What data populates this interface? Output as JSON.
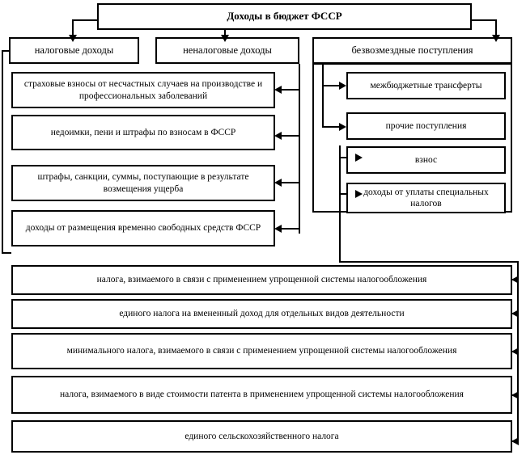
{
  "diagram": {
    "title": "Доходы в бюджет ФССР",
    "categories": [
      {
        "id": "tax",
        "label": "налоговые доходы"
      },
      {
        "id": "nontax",
        "label": "неналоговые доходы"
      },
      {
        "id": "gratuitous",
        "label": "безвозмездные поступления"
      }
    ],
    "nontax_items": [
      {
        "label": "страховые взносы от несчастных случаев на производстве и профессиональных заболеваний"
      },
      {
        "label": "недоимки, пени и штрафы по взносам в ФССР"
      },
      {
        "label": "штрафы, санкции, суммы, поступающие в результате возмещения ущерба"
      },
      {
        "label": "доходы от размещения временно свободных средств ФССР"
      }
    ],
    "gratuitous_items": [
      {
        "label": "межбюджетные трансферты"
      },
      {
        "label": "прочие поступления"
      }
    ],
    "tax_items": [
      {
        "label": "взнос"
      },
      {
        "label": "доходы от уплаты специальных налогов"
      }
    ],
    "special_tax_items": [
      {
        "label": "налога, взимаемого в связи с применением упрощенной системы налогообложения"
      },
      {
        "label": "единого налога на вмененный доход для отдельных видов деятельности"
      },
      {
        "label": "минимального налога, взимаемого в связи с применением упрощенной системы налогообложения"
      },
      {
        "label": "налога, взимаемого в виде стоимости патента в применением упрощенной системы налогообложения"
      },
      {
        "label": "единого сельскохозяйственного налога"
      }
    ],
    "colors": {
      "line": "#000000",
      "background": "#ffffff",
      "text": "#000000"
    }
  }
}
